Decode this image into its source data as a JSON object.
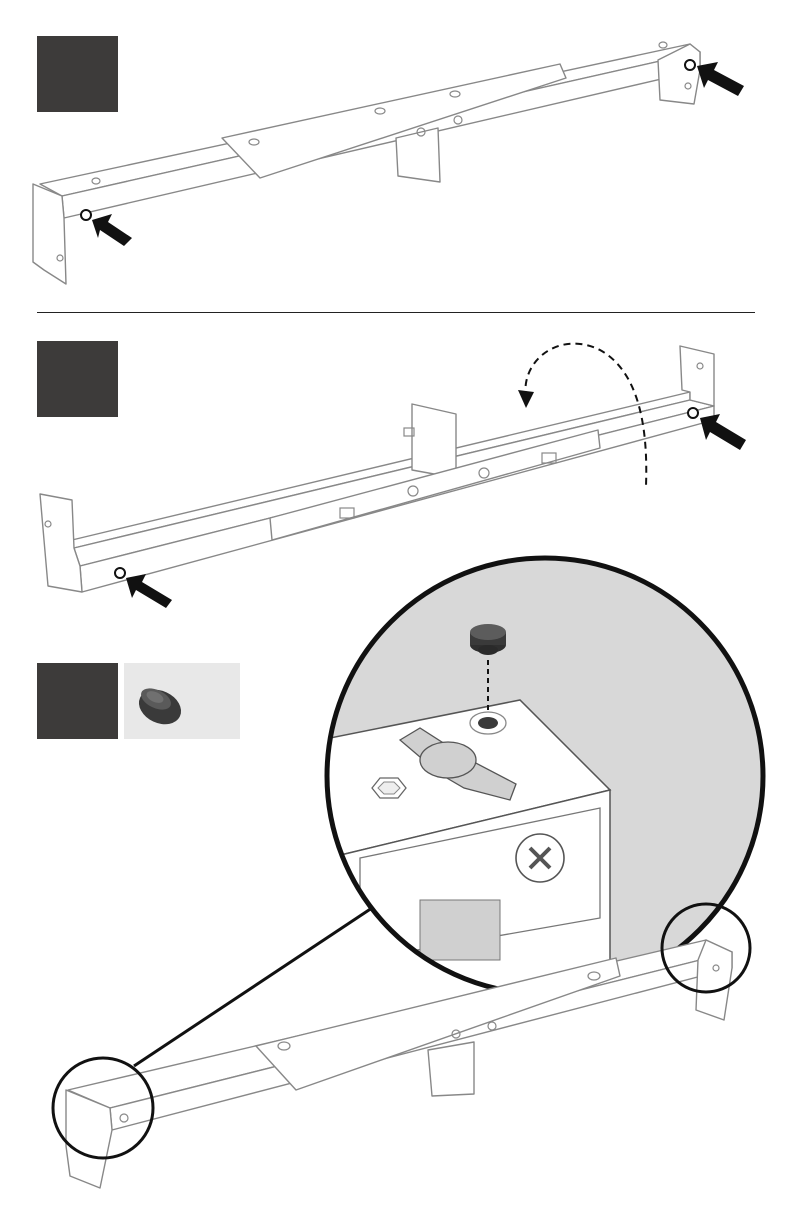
{
  "steps": [
    {
      "id": "step-1",
      "label": ""
    },
    {
      "id": "step-2",
      "label": ""
    },
    {
      "id": "step-3",
      "label": ""
    }
  ],
  "parts": [
    {
      "name": "foot-cap",
      "label": "",
      "quantity": ""
    }
  ],
  "colors": {
    "step_box": "#3d3b3a",
    "thumb_bg": "#e8e8e8",
    "line": "#222222",
    "metal_stroke": "#888888",
    "zoom_bg": "#d6d6d6",
    "arrow": "#111111"
  },
  "icons": [
    "push-arrow-icon",
    "rotate-arrow-icon",
    "foot-cap-icon",
    "phillips-screw-icon",
    "hex-nut-icon"
  ]
}
